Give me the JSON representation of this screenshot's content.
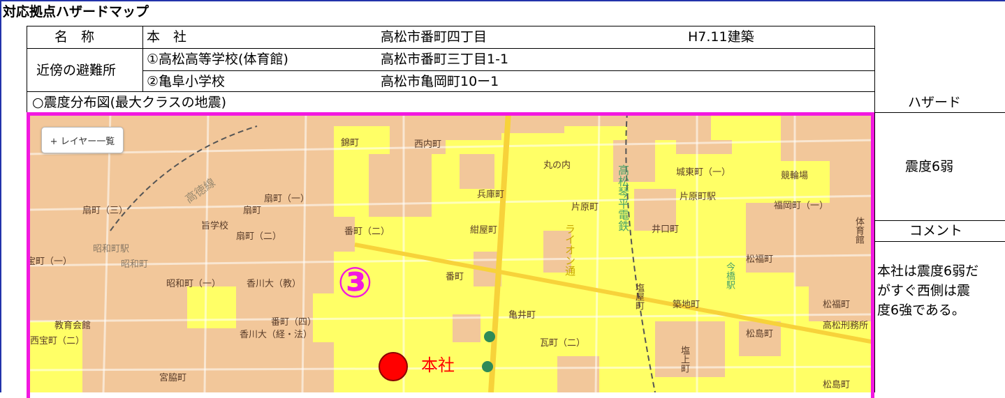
{
  "page_title": "対応拠点ハザードマップ",
  "info": {
    "name_label": "名　称",
    "name_value": "本　社",
    "name_address": "高松市番町四丁目",
    "name_built": "H7.11建築",
    "shelter_label": "近傍の避難所",
    "shelters": [
      {
        "name": "①高松高等学校(体育館)",
        "address": "高松市番町三丁目1-1"
      },
      {
        "name": "②亀阜小学校",
        "address": "高松市亀岡町10ー1"
      }
    ]
  },
  "map_section_title": "○震度分布図(最大クラスの地震)",
  "map": {
    "layer_button": "+ レイヤー一覧",
    "zone_number": "③",
    "marker_label": "本社",
    "place_labels": [
      "高徳線",
      "扇町",
      "扇町（三）",
      "扇町（一）",
      "扇町（二）",
      "旨学校",
      "昭和町駅",
      "昭和町",
      "昭和町（一）",
      "香川大（教）",
      "香川大（経・法）",
      "教育会館",
      "西宝町（二）",
      "宝町（一）",
      "宮脇町",
      "番町（二）",
      "番町",
      "番町（四）",
      "錦町",
      "西内町",
      "丸の内",
      "兵庫町",
      "紺屋町",
      "片原町",
      "片原町駅",
      "高松琴平電鉄",
      "ライオン通",
      "亀井町",
      "瓦町（二）",
      "井口町",
      "城東町（一）",
      "競輪場",
      "福岡町（一）",
      "松福町",
      "今橋駅",
      "築地町",
      "塩屋町",
      "松島町",
      "塩上町",
      "松島町",
      "高松刑務所",
      "体育館",
      "松福町"
    ],
    "colors": {
      "intensity_6_lower": "#ffff66",
      "intensity_6_upper": "#f2c79a",
      "border": "#f218e0",
      "marker": "#ff0000"
    }
  },
  "side": {
    "hazard_header": "ハザード",
    "hazard_value": "震度6弱",
    "comment_header": "コメント",
    "comment_lines": [
      "本社は震度6弱だ",
      "がすぐ西側は震",
      "度6強である。"
    ]
  }
}
